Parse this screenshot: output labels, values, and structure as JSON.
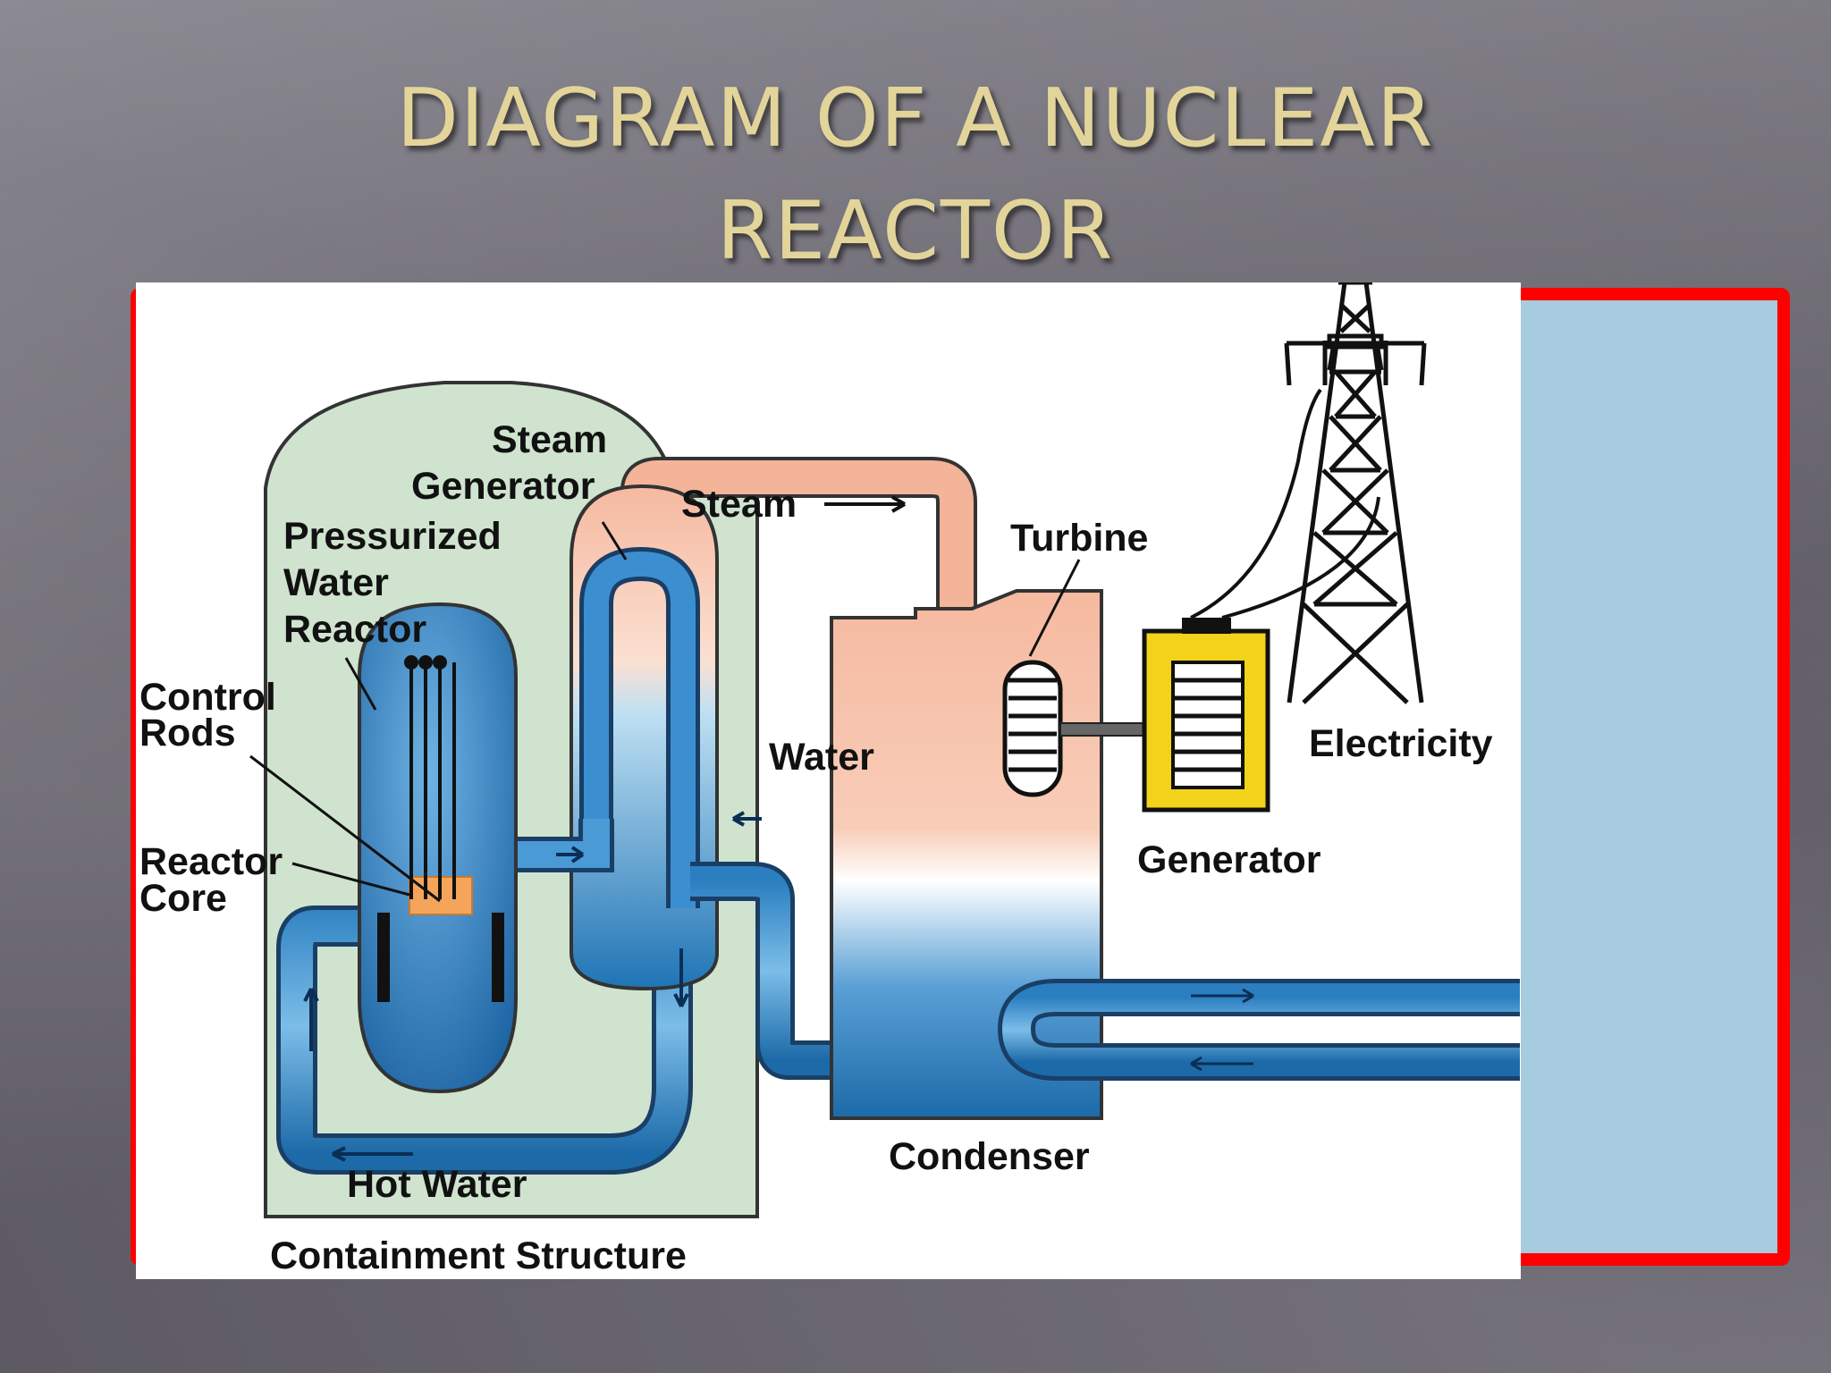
{
  "slide": {
    "title_line1": "DIAGRAM OF A NUCLEAR",
    "title_line2": "REACTOR"
  },
  "labels": {
    "steam_generator_1": "Steam",
    "steam_generator_2": "Generator",
    "steam": "Steam",
    "pressurized_1": "Pressurized",
    "pressurized_2": "Water",
    "pressurized_3": "Reactor",
    "control_rods_1": "Control",
    "control_rods_2": "Rods",
    "reactor_core_1": "Reactor",
    "reactor_core_2": "Core",
    "turbine": "Turbine",
    "water": "Water",
    "electricity": "Electricity",
    "generator": "Generator",
    "condenser": "Condenser",
    "hot_water": "Hot Water",
    "containment": "Containment Structure"
  },
  "colors": {
    "frame": "#ff0000",
    "panel": "#a7cbdf",
    "containment_fill": "#cfe3cf",
    "steam": "#f4b49a",
    "water_dark": "#1c6aa8",
    "water_light": "#8ec4e8",
    "generator_yellow": "#f2d21a",
    "title": "#e3d59a"
  }
}
